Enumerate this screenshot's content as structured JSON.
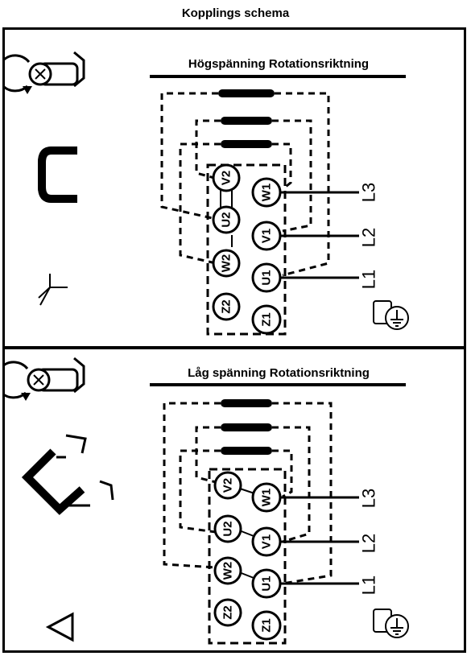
{
  "page_title": "Kopplings schema",
  "panels": [
    {
      "title": "Högspänning Rotationsriktning",
      "terminals": [
        "V2",
        "W1",
        "U2",
        "V1",
        "W2",
        "U1",
        "Z2",
        "Z1"
      ],
      "lines": [
        "L3",
        "L2",
        "L1"
      ],
      "icons": [
        "rotation-bolt-icon",
        "star-bracket-icon",
        "star-connection-icon",
        "ground-terminal-icon"
      ]
    },
    {
      "title": "Låg spänning Rotationsriktning",
      "terminals": [
        "V2",
        "W1",
        "U2",
        "V1",
        "W2",
        "U1",
        "Z2",
        "Z1"
      ],
      "lines": [
        "L3",
        "L2",
        "L1"
      ],
      "icons": [
        "rotation-bolt-icon",
        "delta-bracket-icon",
        "delta-connection-icon",
        "ground-terminal-icon"
      ]
    }
  ]
}
